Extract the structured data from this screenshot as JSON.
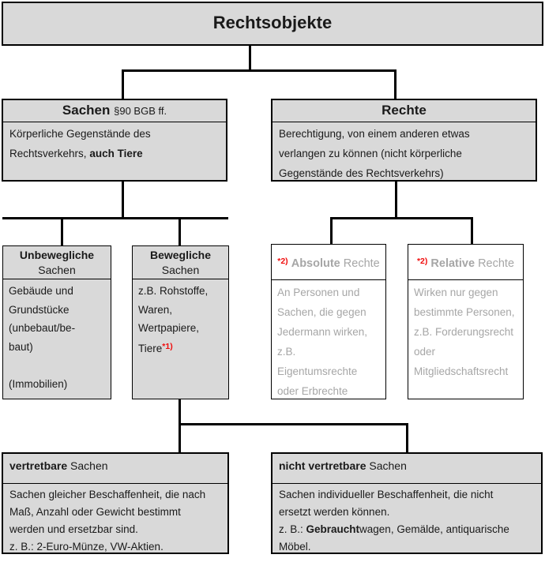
{
  "root": {
    "title": "Rechtsobjekte"
  },
  "sachen": {
    "title": "Sachen",
    "ref": "§90 BGB ff.",
    "body_lines": [
      "Körperliche Gegenstände des",
      "Rechtsverkehrs,"
    ],
    "body_bold": "auch Tiere"
  },
  "rechte": {
    "title": "Rechte",
    "body_lines": [
      "Berechtigung, von einem anderen etwas",
      "verlangen zu können (nicht körperliche",
      "Gegenstände des Rechtsverkehrs)"
    ]
  },
  "unbewegliche": {
    "title_bold": "Unbewegliche",
    "title_rest": "Sachen",
    "body_lines": [
      "Gebäude und",
      "Grundstücke",
      "(unbebaut/be-",
      "baut)",
      "",
      "(Immobilien)"
    ]
  },
  "bewegliche": {
    "title_bold": "Bewegliche",
    "title_rest": "Sachen",
    "body_lines": [
      "z.B. Rohstoffe,",
      "Waren,",
      "Wertpapiere,",
      "Tiere"
    ],
    "footnote": "*1)"
  },
  "absolute": {
    "footnote": "*2)",
    "title_bold": "Absolute",
    "title_rest": "Rechte",
    "body_lines": [
      "An Personen und",
      "Sachen, die gegen",
      "Jedermann wirken,",
      "z.B.",
      "Eigentumsrechte",
      "oder Erbrechte"
    ]
  },
  "relative": {
    "footnote": "*2)",
    "title_bold": "Relative",
    "title_rest": "Rechte",
    "body_lines": [
      "Wirken nur gegen",
      "bestimmte Personen,",
      "z.B. Forderungsrecht",
      "oder",
      "Mitgliedschaftsrecht"
    ]
  },
  "vertretbar": {
    "title_bold": "vertretbare",
    "title_rest": "Sachen",
    "body_lines": [
      "Sachen gleicher Beschaffenheit, die nach",
      "Maß, Anzahl oder Gewicht bestimmt",
      "werden und ersetzbar sind.",
      "z. B.: 2-Euro-Münze, VW-Aktien."
    ]
  },
  "nicht_vertretbar": {
    "title_bold": "nicht vertretbare",
    "title_rest": "Sachen",
    "body_lines_1": [
      "Sachen individueller Beschaffenheit, die nicht",
      "ersetzt werden können.",
      "z. B.: "
    ],
    "body_bold": "Gebraucht",
    "body_lines_2": [
      "wagen, Gemälde, antiquarische",
      "Möbel."
    ]
  },
  "colors": {
    "box_fill": "#d9d9d9",
    "white_fill": "#ffffff",
    "border": "#000000",
    "muted_text": "#a6a6a6",
    "accent_red": "#f00c0c"
  }
}
